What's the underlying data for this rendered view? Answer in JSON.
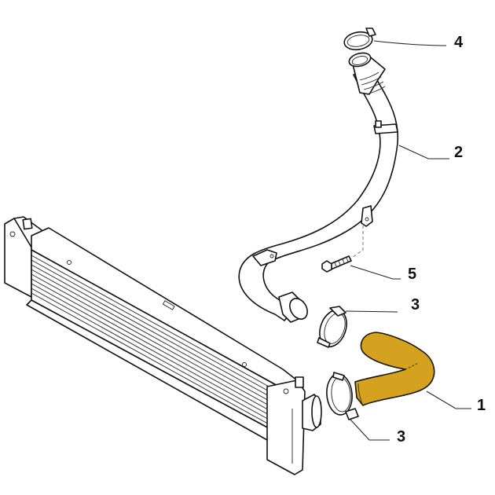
{
  "diagram": {
    "type": "exploded parts diagram",
    "subject": "intercooler and charge air hoses",
    "highlight_color": "#D4A21F",
    "line_color": "#111111",
    "background": "#FFFFFF"
  },
  "callouts": [
    {
      "id": "1",
      "label": "1",
      "part": "charge air hose (highlighted)"
    },
    {
      "id": "2",
      "label": "2",
      "part": "charge air pipe"
    },
    {
      "id": "3a",
      "label": "3",
      "part": "hose clamp (upper)"
    },
    {
      "id": "3b",
      "label": "3",
      "part": "hose clamp (lower)"
    },
    {
      "id": "4",
      "label": "4",
      "part": "hose clamp (top)"
    },
    {
      "id": "5",
      "label": "5",
      "part": "bolt"
    }
  ]
}
